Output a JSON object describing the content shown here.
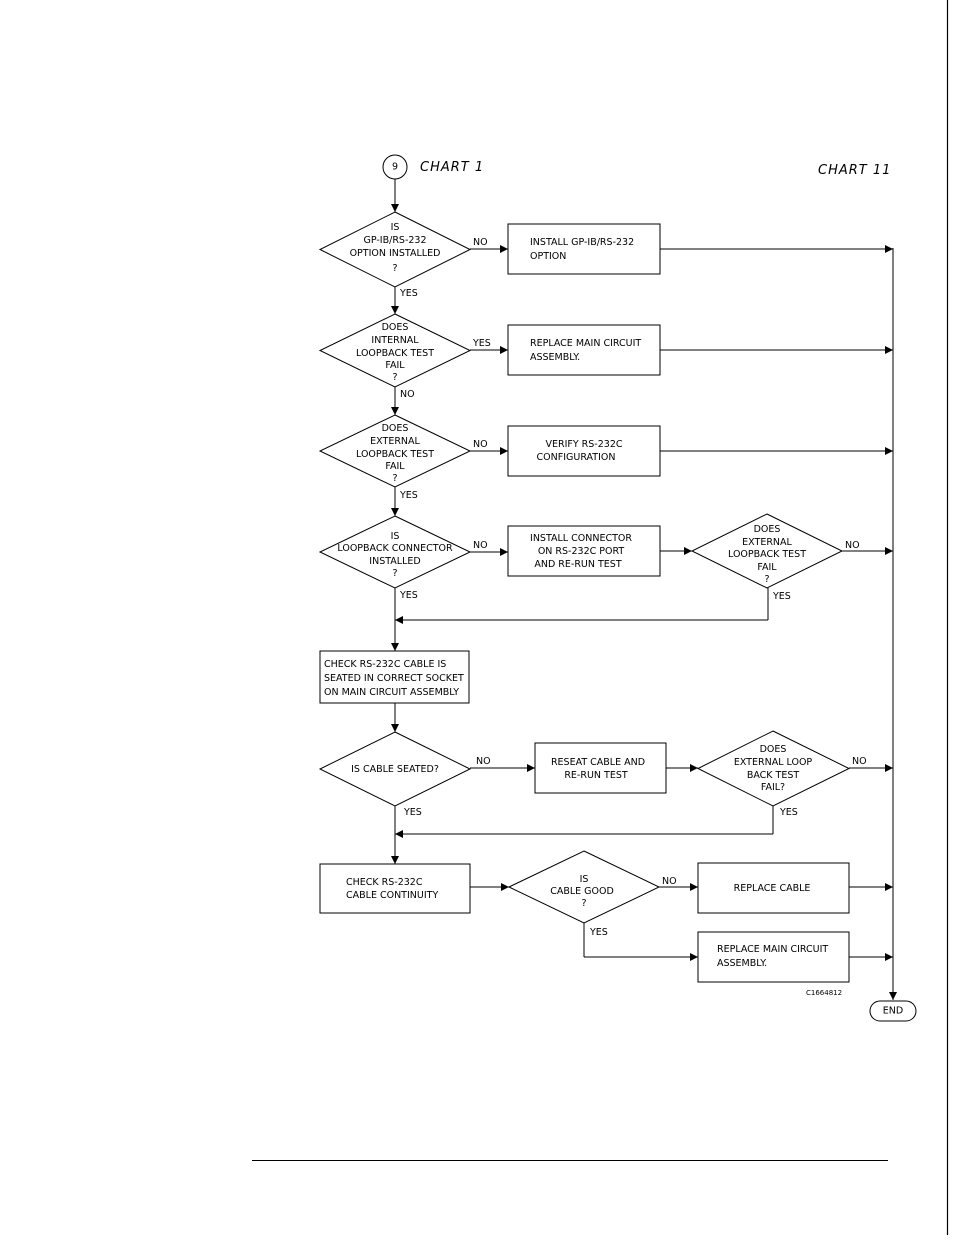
{
  "connector_in": {
    "number": "9",
    "source": "CHART 1"
  },
  "chart_title": "CHART 11",
  "decisions": {
    "gpib_installed": [
      "IS",
      "GP-IB/RS-232",
      "OPTION INSTALLED",
      "?"
    ],
    "internal_loopback": [
      "DOES",
      "INTERNAL",
      "LOOPBACK TEST",
      "FAIL",
      "?"
    ],
    "external_loopback": [
      "DOES",
      "EXTERNAL",
      "LOOPBACK TEST",
      "FAIL",
      "?"
    ],
    "connector_installed": [
      "IS",
      "LOOPBACK CONNECTOR",
      "INSTALLED",
      "?"
    ],
    "external_loopback_2": [
      "DOES",
      "EXTERNAL",
      "LOOPBACK TEST",
      "FAIL",
      "?"
    ],
    "cable_seated": [
      "IS CABLE SEATED?"
    ],
    "external_loop_back_3": [
      "DOES",
      "EXTERNAL LOOP",
      "BACK TEST",
      "FAIL?"
    ],
    "cable_good": [
      "IS",
      "CABLE GOOD",
      "?"
    ]
  },
  "processes": {
    "install_option": [
      "INSTALL GP-IB/RS-232",
      "OPTION"
    ],
    "replace_main_1": [
      "REPLACE MAIN CIRCUIT",
      "ASSEMBLY."
    ],
    "verify_config": [
      "VERIFY RS-232C",
      "CONFIGURATION"
    ],
    "install_connector": [
      "INSTALL CONNECTOR",
      "ON RS-232C PORT",
      "AND RE-RUN TEST"
    ],
    "check_cable_seated": [
      "CHECK RS-232C CABLE IS",
      "SEATED IN CORRECT SOCKET",
      "ON MAIN CIRCUIT ASSEMBLY"
    ],
    "reseat_cable": [
      "RESEAT CABLE AND",
      "RE-RUN TEST"
    ],
    "check_continuity": [
      "CHECK RS-232C",
      "CABLE CONTINUITY"
    ],
    "replace_cable": [
      "REPLACE CABLE"
    ],
    "replace_main_2": [
      "REPLACE MAIN CIRCUIT",
      "ASSEMBLY."
    ]
  },
  "branch_labels": {
    "yes": "YES",
    "no": "NO"
  },
  "terminator": "END",
  "figure_id": "C1664812"
}
